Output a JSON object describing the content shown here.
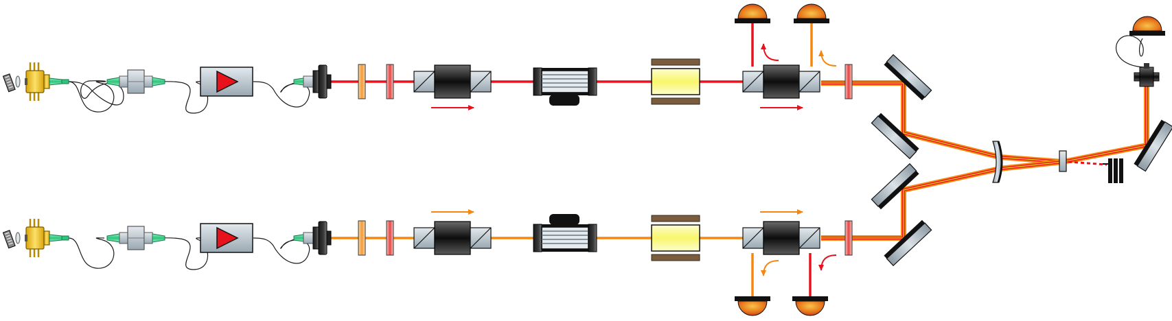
{
  "diagram": {
    "type": "optical-setup-schematic",
    "background": "#ffffff",
    "colors": {
      "beam_red": "#e8121c",
      "beam_orange": "#f5870f",
      "beam_combined_inner": "#f7d51f",
      "fiber": "#1a1a1a",
      "fiber_connector": "#3dd68c",
      "laser_diode_body": "#f2c40f",
      "component_steel": "#b8c4cc",
      "cell_yellow": "#fbfb9c",
      "cell_brown": "#7a5c3e",
      "detector_dome": "#e8761a",
      "arrow_red": "#e8121c",
      "arrow_orange": "#f5870f"
    },
    "arms": [
      {
        "name_id": "top-arm",
        "beam_color": "beam_red",
        "propagation_arrow": "red",
        "magnet_side": "bottom"
      },
      {
        "name_id": "bottom-arm",
        "beam_color": "beam_orange",
        "propagation_arrow": "orange",
        "magnet_side": "top"
      }
    ],
    "components": [
      "laser-diode",
      "fiber-loop",
      "fiber-isolator",
      "fiber-loop",
      "fiber-amplifier",
      "fiber-loop",
      "fiber-collimator",
      "half-wave-plate",
      "half-wave-plate",
      "optical-isolator",
      "faraday-rotator",
      "vapor-cell",
      "polarizing-beam-splitter",
      "photodiode",
      "mirror",
      "curved-mirror",
      "nonlinear-crystal",
      "beam-dump",
      "output-coupler",
      "photodiode"
    ]
  }
}
